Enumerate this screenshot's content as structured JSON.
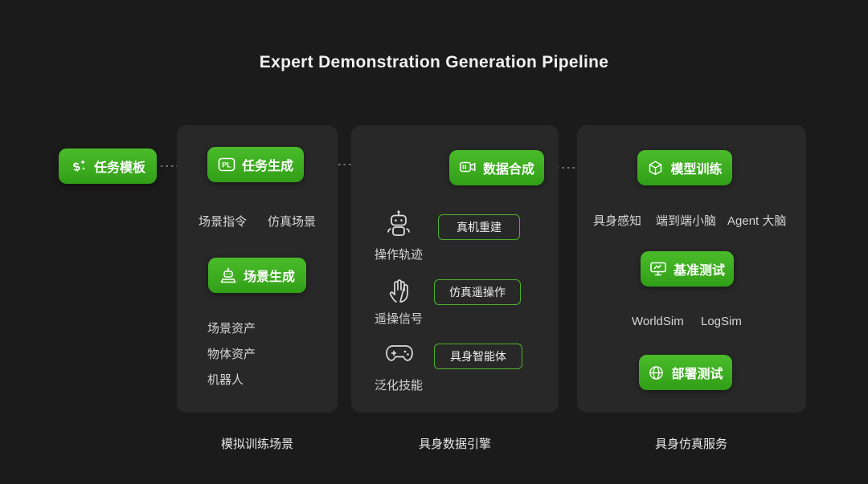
{
  "title": "Expert Demonstration Generation Pipeline",
  "colors": {
    "background": "#1b1b1b",
    "panel": "#282828",
    "accent_green": "#3eb31f",
    "outline_box_border": "#4db32a",
    "arrow_gray": "#909090"
  },
  "start": {
    "label": "任务模板",
    "icon": "money-sparkle-icon"
  },
  "panels": [
    {
      "caption": "模拟训练场景",
      "nodes": {
        "task_gen": {
          "label": "任务生成",
          "icon": "pl-badge-icon"
        },
        "scene_gen": {
          "label": "场景生成",
          "icon": "robot-builder-icon"
        }
      },
      "cycle_labels": {
        "left": "场景指令",
        "right": "仿真场景"
      },
      "assets": [
        "场景资产",
        "物体资产",
        "机器人"
      ]
    },
    {
      "caption": "具身数据引擎",
      "nodes": {
        "data_synth": {
          "label": "数据合成",
          "icon": "video-camera-icon"
        }
      },
      "rows": [
        {
          "icon": "robot-icon",
          "source": "操作轨迹",
          "target": "真机重建"
        },
        {
          "icon": "glove-icon",
          "source": "遥操信号",
          "target": "仿真遥操作"
        },
        {
          "icon": "gamepad-icon",
          "source": "泛化技能",
          "target": "具身智能体"
        }
      ]
    },
    {
      "caption": "具身仿真服务",
      "nodes": {
        "model_train": {
          "label": "模型训练",
          "icon": "cube-icon"
        },
        "benchmark": {
          "label": "基准测试",
          "icon": "monitor-icon"
        },
        "deploy": {
          "label": "部署测试",
          "icon": "globe-icon"
        }
      },
      "brains": [
        "具身感知",
        "端到端小脑",
        "Agent 大脑"
      ],
      "sims": [
        "WorldSim",
        "LogSim"
      ]
    }
  ]
}
